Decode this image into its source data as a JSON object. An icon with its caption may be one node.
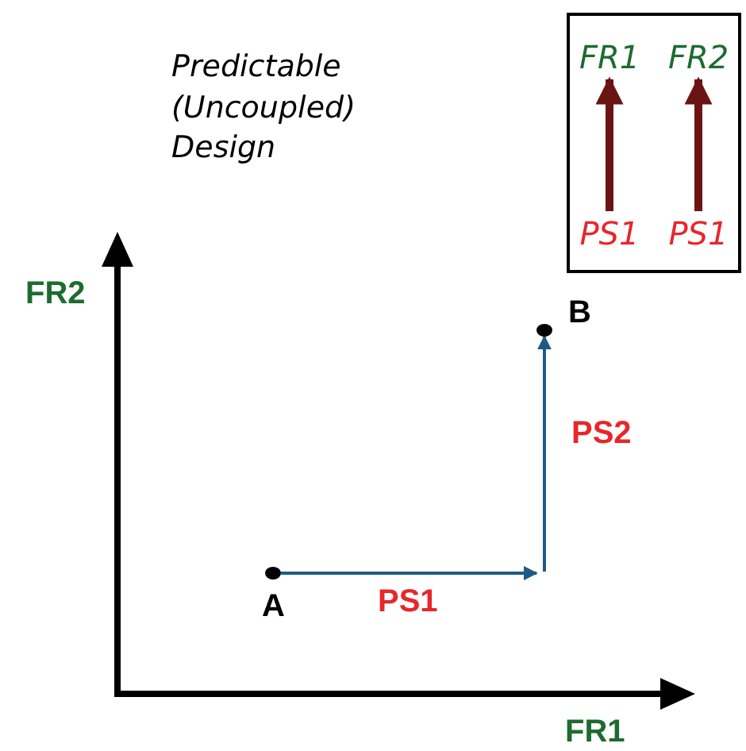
{
  "diagram": {
    "nodes": [
      {
        "text": [],
        "shape": "box"
      },
      {
        "text": [
          "FR1"
        ],
        "in": 0
      },
      {
        "text": [
          "FR2"
        ],
        "in": 0
      },
      {
        "text": [
          "PS1"
        ],
        "in": 0
      },
      {
        "text": [
          "PS1"
        ],
        "in": 0
      },
      {
        "text": [],
        "shape": "circle",
        "beside": [
          "A"
        ]
      },
      {
        "text": [],
        "shape": "circle",
        "beside": [
          "B"
        ]
      }
    ],
    "edges": [
      {
        "from": 3,
        "to": 1,
        "arrow": "to",
        "style": "thick",
        "color": "#6b1414"
      },
      {
        "from": 4,
        "to": 2,
        "arrow": "to",
        "style": "thick",
        "color": "#6b1414"
      },
      {
        "from": 5,
        "to": null,
        "arrow": "to",
        "label": "PS1",
        "color": "#1f5a85"
      },
      {
        "from": null,
        "to": 6,
        "arrow": "to",
        "label": "PS2",
        "color": "#1f5a85"
      }
    ],
    "labels": [
      "Predictable (Uncoupled) Design",
      "FR2",
      "FR1"
    ]
  }
}
